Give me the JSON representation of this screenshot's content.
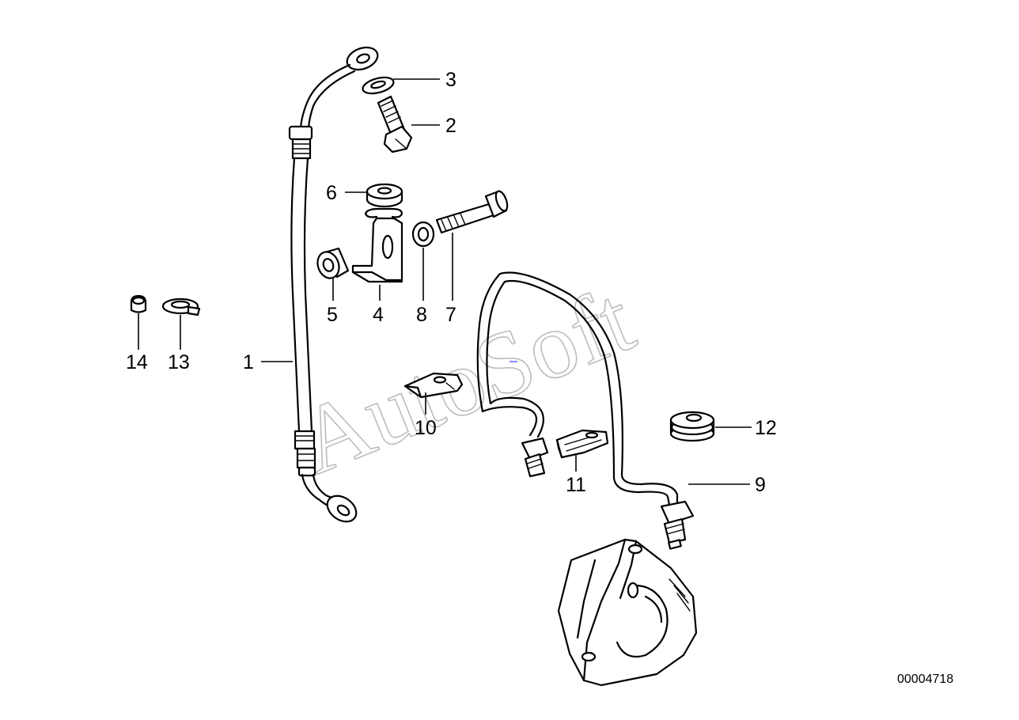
{
  "diagram": {
    "watermark": "AutoSoft",
    "reference_number": "00004718",
    "callouts": [
      {
        "id": "c1",
        "label": "1"
      },
      {
        "id": "c2",
        "label": "2"
      },
      {
        "id": "c3",
        "label": "3"
      },
      {
        "id": "c4",
        "label": "4"
      },
      {
        "id": "c5",
        "label": "5"
      },
      {
        "id": "c6",
        "label": "6"
      },
      {
        "id": "c7",
        "label": "7"
      },
      {
        "id": "c8",
        "label": "8"
      },
      {
        "id": "c9",
        "label": "9"
      },
      {
        "id": "c10",
        "label": "10"
      },
      {
        "id": "c11",
        "label": "11"
      },
      {
        "id": "c12",
        "label": "12"
      },
      {
        "id": "c13",
        "label": "13"
      },
      {
        "id": "c14",
        "label": "14"
      }
    ]
  }
}
